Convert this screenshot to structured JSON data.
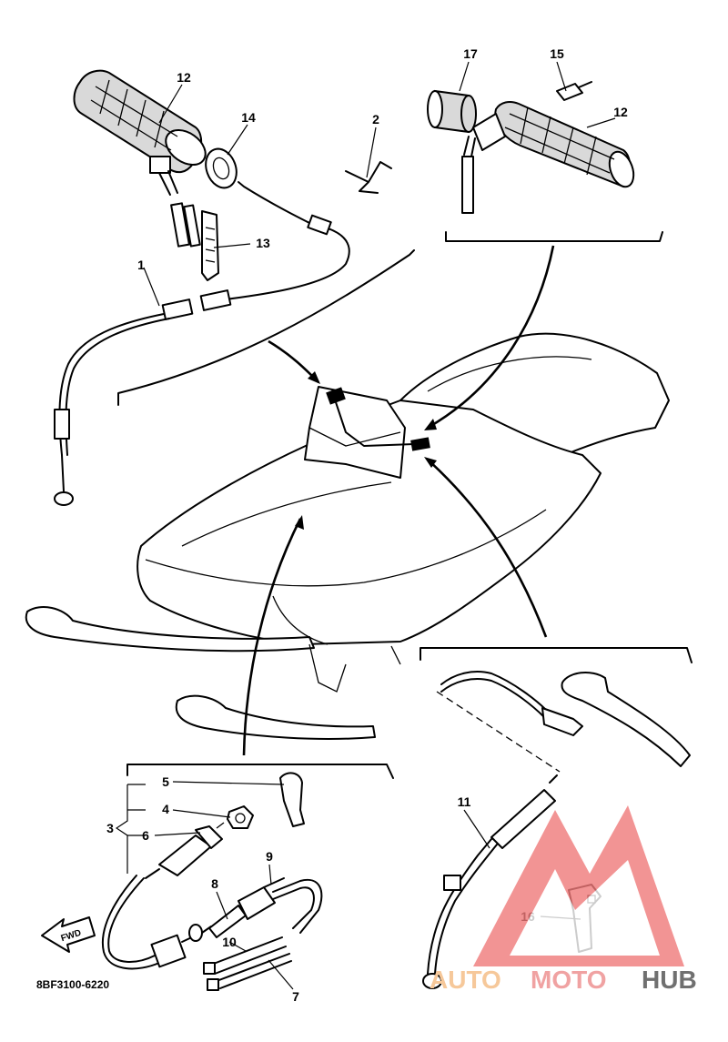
{
  "diagram": {
    "parts": [
      {
        "id": "p1",
        "label": "1"
      },
      {
        "id": "p2",
        "label": "2"
      },
      {
        "id": "p3",
        "label": "3"
      },
      {
        "id": "p4",
        "label": "4"
      },
      {
        "id": "p5",
        "label": "5"
      },
      {
        "id": "p6",
        "label": "6"
      },
      {
        "id": "p7",
        "label": "7"
      },
      {
        "id": "p8",
        "label": "8"
      },
      {
        "id": "p9",
        "label": "9"
      },
      {
        "id": "p10",
        "label": "10"
      },
      {
        "id": "p11",
        "label": "11"
      },
      {
        "id": "p12a",
        "label": "12"
      },
      {
        "id": "p12b",
        "label": "12"
      },
      {
        "id": "p13",
        "label": "13"
      },
      {
        "id": "p14",
        "label": "14"
      },
      {
        "id": "p15",
        "label": "15"
      },
      {
        "id": "p16",
        "label": "16"
      },
      {
        "id": "p17",
        "label": "17"
      }
    ],
    "fwd_label": "FWD",
    "diagram_code": "8BF3100-6220"
  },
  "watermark": {
    "text_auto": "AUTO",
    "text_moto": "MOTO",
    "text_hub": "HUB",
    "color_auto": "#f6c89a",
    "color_moto": "#f0a2a2",
    "color_hub": "#707070",
    "logo_color": "#f07a7a"
  }
}
